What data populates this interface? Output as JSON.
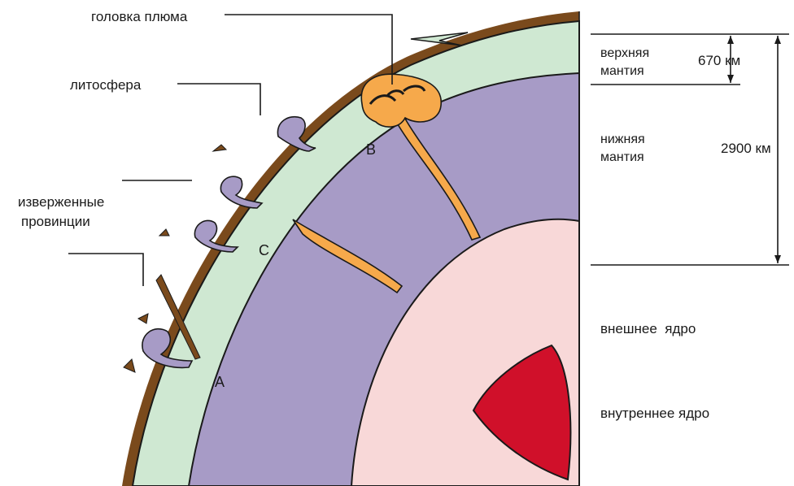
{
  "labels": {
    "plume_head": "головка плюма",
    "lithosphere": "литосфера",
    "igneous_provinces_line1": "изверженные",
    "igneous_provinces_line2": "провинции",
    "upper_mantle_line1": "верхняя",
    "upper_mantle_line2": "мантия",
    "depth_670": "670 км",
    "lower_mantle_line1": "нижняя",
    "lower_mantle_line2": "мантия",
    "depth_2900": "2900 км",
    "outer_core": "внешнее  ядро",
    "inner_core": "внутреннее ядро",
    "point_a": "A",
    "point_b": "B",
    "point_c": "C"
  },
  "colors": {
    "crust": "#7a4a1c",
    "upper_mantle": "#cfe8d2",
    "lower_mantle": "#a79bc6",
    "plume": "#f6a94b",
    "outer_core": "#f8d8d8",
    "inner_core": "#d0102a",
    "outline": "#1a1a1a"
  }
}
